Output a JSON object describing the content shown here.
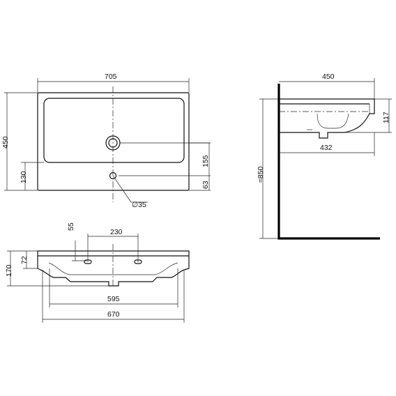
{
  "top_view": {
    "width": "705",
    "depth": "450",
    "hole_offset": "155",
    "overflow_offset": "63",
    "edge_height": "130",
    "overflow_diameter": "∅35"
  },
  "side_view": {
    "depth": "450",
    "height": "117",
    "bowl_depth": "432",
    "mount_height": "≈850"
  },
  "front_view": {
    "faucet_spacing": "230",
    "hole_depth": "55",
    "rim_height": "72",
    "total_height": "170",
    "bowl_width": "595",
    "total_width": "670"
  }
}
